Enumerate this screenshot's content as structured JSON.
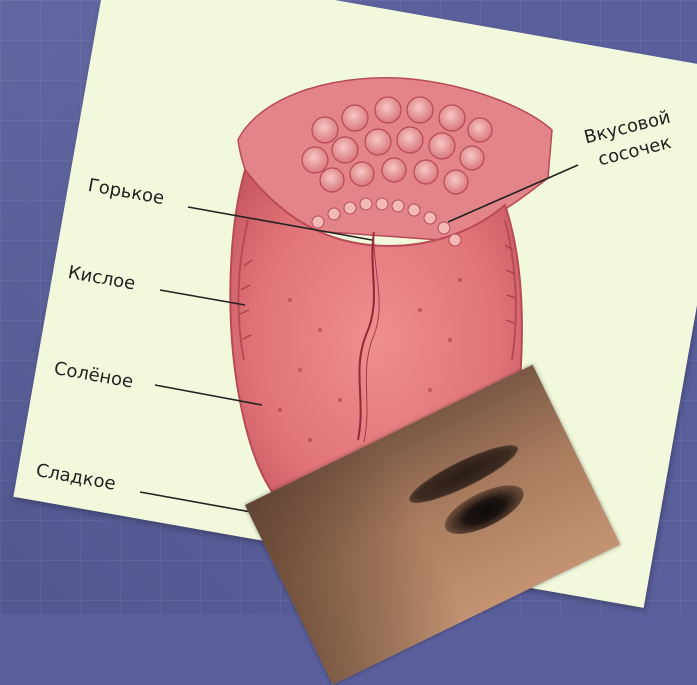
{
  "diagram": {
    "labels": {
      "bitter": "Горькое",
      "sour": "Кислое",
      "salty": "Солёное",
      "sweet": "Сладкое",
      "papilla_line1": "Вкусовой",
      "papilla_line2": "сосочек"
    }
  },
  "colors": {
    "background": "#5a5f9c",
    "card": "#f1f8dc",
    "tongue": "#e0747a",
    "tongue_dark": "#b84a55",
    "leader_line": "#222222"
  },
  "icons": {
    "photo": "face-photo"
  }
}
